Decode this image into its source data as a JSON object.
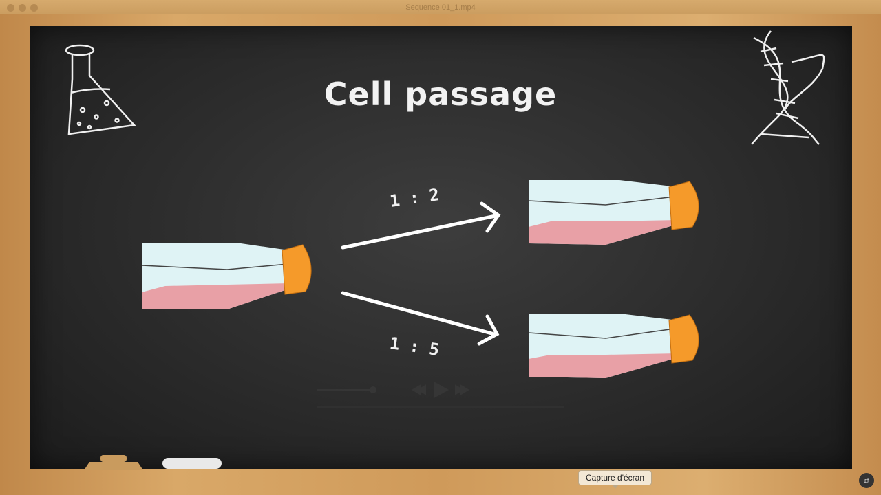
{
  "window": {
    "title": "Sequence 01_1.mp4"
  },
  "slide": {
    "title": "Cell passage",
    "ratio_top": "1 : 2",
    "ratio_bottom": "1 : 5"
  },
  "icons": {
    "flask": "erlenmeyer-flask-icon",
    "dna": "dna-helix-icon"
  },
  "colors": {
    "board": "#2b2b2b",
    "frame": "#c99b5e",
    "flask_body": "#dff3f5",
    "media": "#e8a0a6",
    "cap": "#f59a2a",
    "chalk": "#f2f2f2"
  },
  "tooltip": {
    "label": "Capture d'écran"
  }
}
